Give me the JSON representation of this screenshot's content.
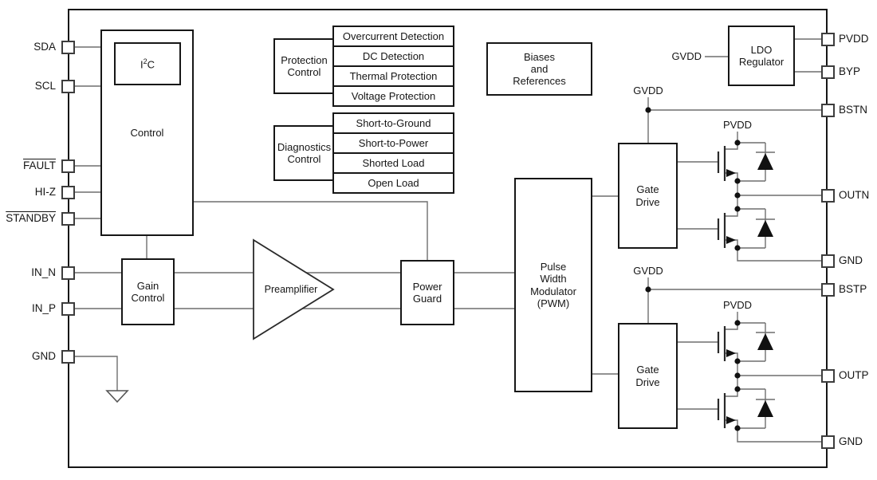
{
  "pins": {
    "left": [
      {
        "label": "SDA",
        "overline": false
      },
      {
        "label": "SCL",
        "overline": false
      },
      {
        "label": "FAULT",
        "overline": true
      },
      {
        "label": "HI-Z",
        "overline": false
      },
      {
        "label": "STANDBY",
        "overline": true
      },
      {
        "label": "IN_N",
        "overline": false
      },
      {
        "label": "IN_P",
        "overline": false
      },
      {
        "label": "GND",
        "overline": false
      }
    ],
    "right": [
      {
        "label": "PVDD"
      },
      {
        "label": "BYP"
      },
      {
        "label": "BSTN"
      },
      {
        "label": "OUTN"
      },
      {
        "label": "GND"
      },
      {
        "label": "BSTP"
      },
      {
        "label": "OUTP"
      },
      {
        "label": "GND"
      }
    ]
  },
  "blocks": {
    "control": "Control",
    "i2c": {
      "base": "I",
      "sup": "2",
      "post": "C"
    },
    "gain_control": "Gain\nControl",
    "preamplifier": "Preamplifier",
    "power_guard": "Power\nGuard",
    "pwm": "Pulse\nWidth\nModulator\n(PWM)",
    "gate_drive": "Gate\nDrive",
    "ldo": "LDO\nRegulator",
    "biases": "Biases\nand\nReferences",
    "protection_control": "Protection\nControl",
    "diagnostics_control": "Diagnostics\nControl"
  },
  "protection_items": [
    "Overcurrent Detection",
    "DC Detection",
    "Thermal Protection",
    "Voltage Protection"
  ],
  "diagnostics_items": [
    "Short-to-Ground",
    "Short-to-Power",
    "Shorted Load",
    "Open Load"
  ],
  "nets": {
    "gvdd": "GVDD",
    "pvdd": "PVDD"
  },
  "colors": {
    "line": "#6e6e6e",
    "ink": "#161616"
  }
}
